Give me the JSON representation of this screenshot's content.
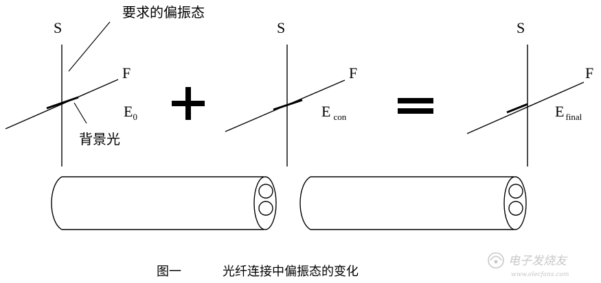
{
  "panels": [
    {
      "axis_s": "S",
      "axis_f": "F",
      "field_main": "E",
      "field_sub": "0"
    },
    {
      "axis_s": "S",
      "axis_f": "F",
      "field_main": "E",
      "field_sub": "con"
    },
    {
      "axis_s": "S",
      "axis_f": "F",
      "field_main": "E",
      "field_sub": "final"
    }
  ],
  "annotations": {
    "required_polarization": "要求的偏振态",
    "background_light": "背景光"
  },
  "operators": {
    "plus": "+",
    "equals": "="
  },
  "caption": {
    "figure_number": "图一",
    "title": "光纤连接中偏振态的变化"
  },
  "watermark": {
    "text": "电子发烧友",
    "url": "www.elecfans.com"
  }
}
